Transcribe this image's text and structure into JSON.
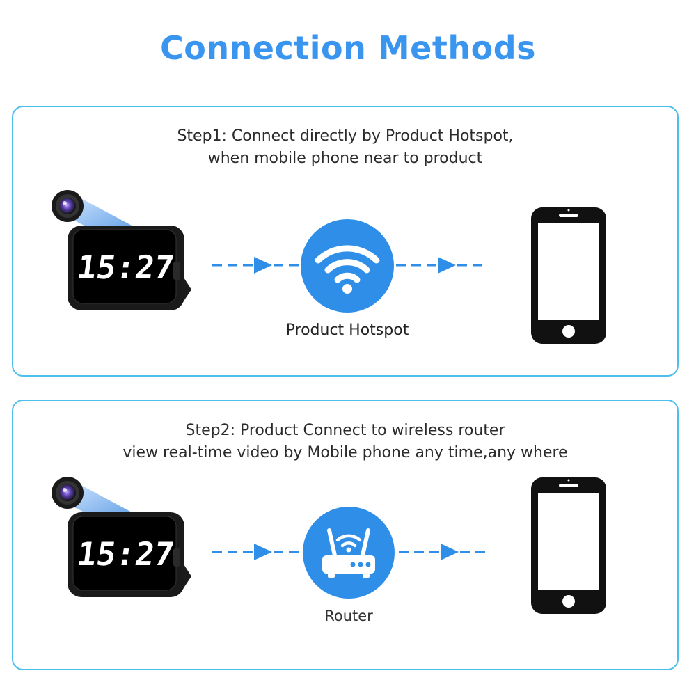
{
  "title": "Connection Methods",
  "colors": {
    "accent": "#3a95ee",
    "panel_border": "#4cc0ec",
    "arrow": "#2f8fe8"
  },
  "steps": [
    {
      "line1": "Step1: Connect directly by  Product  Hotspot,",
      "line2": "when mobile phone near to product",
      "source_device": {
        "clock_time": "15:27",
        "icon": "camera-lens-icon"
      },
      "hub": {
        "icon": "wifi-icon",
        "label": "Product Hotspot"
      },
      "target_device": {
        "icon": "smartphone-icon"
      }
    },
    {
      "line1": "Step2: Product Connect to wireless router",
      "line2": "view real-time video by Mobile phone any time,any where",
      "source_device": {
        "clock_time": "15:27",
        "icon": "camera-lens-icon"
      },
      "hub": {
        "icon": "router-icon",
        "label": "Router"
      },
      "target_device": {
        "icon": "smartphone-icon"
      }
    }
  ]
}
